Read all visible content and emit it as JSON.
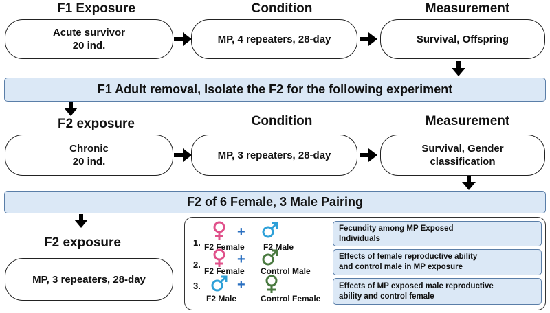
{
  "colors": {
    "band_fill": "#dbe8f6",
    "band_border": "#5a7ea8",
    "female_symbol": "#e0508a",
    "male_symbol_blue": "#2ea0d8",
    "control_symbol_green": "#4a7a40",
    "plus": "#2a6fc0"
  },
  "row1": {
    "headers": [
      "F1 Exposure",
      "Condition",
      "Measurement"
    ],
    "boxes": [
      "Acute survivor\n20 ind.",
      "MP,  4 repeaters, 28-day",
      "Survival, Offspring"
    ]
  },
  "band1": "F1 Adult removal, Isolate the F2 for the following experiment",
  "row2": {
    "headers": [
      "F2 exposure",
      "Condition",
      "Measurement"
    ],
    "boxes": [
      "Chronic\n20 ind.",
      "MP, 3 repeaters, 28-day",
      "Survival, Gender\nclassification"
    ]
  },
  "band2": "F2 of 6 Female, 3 Male Pairing",
  "row3": {
    "header": "F2 exposure",
    "box": "MP, 3 repeaters, 28-day"
  },
  "pairings": [
    {
      "num": "1.",
      "left_icon": "female-symbol-pink",
      "left_label": "F2 Female",
      "right_icon": "male-symbol-blue",
      "right_label": "F2 Male",
      "effect": "Fecundity among MP Exposed\nIndividuals"
    },
    {
      "num": "2.",
      "left_icon": "female-symbol-pink",
      "left_label": "F2 Female",
      "right_icon": "male-symbol-green",
      "right_label": "Control Male",
      "effect": "Effects of female reproductive ability\nand control male in MP exposure"
    },
    {
      "num": "3.",
      "left_icon": "male-symbol-blue",
      "left_label": "F2 Male",
      "right_icon": "female-symbol-green",
      "right_label": "Control Female",
      "effect": "Effects of MP exposed male reproductive\nability and control female"
    }
  ],
  "plus_sign": "+"
}
